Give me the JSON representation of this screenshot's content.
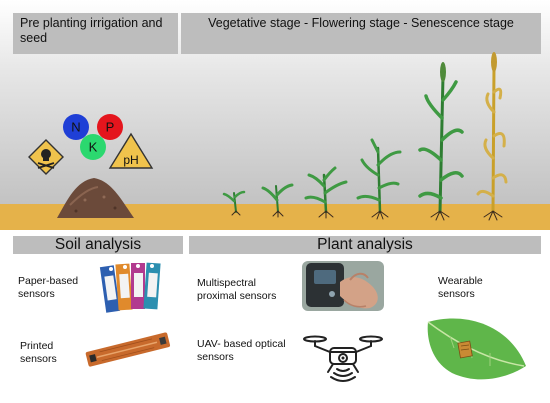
{
  "stages": {
    "pre_planting": "Pre planting irrigation and seed",
    "growth": "Vegetative stage - Flowering stage - Senescence  stage"
  },
  "nutrients": {
    "n": "N",
    "p": "P",
    "k": "K",
    "ph": "pH"
  },
  "colors": {
    "n": "#1f3fd6",
    "p": "#e4151d",
    "k": "#2bd86f",
    "warning": "#f0c34c",
    "ground": "#e5b24a",
    "header": "#bdbdbd"
  },
  "sections": {
    "soil": {
      "title": "Soil analysis",
      "items": [
        {
          "label": "Paper-based sensors",
          "icon": "paper-sensor-strips-icon"
        },
        {
          "label": "Printed sensors",
          "icon": "printed-sensor-strip-icon"
        }
      ]
    },
    "plant": {
      "title": "Plant analysis",
      "items": [
        {
          "label": "Multispectral proximal sensors",
          "icon": "handheld-scanner-icon"
        },
        {
          "label": "UAV- based optical sensors",
          "icon": "drone-icon"
        },
        {
          "label": "Wearable sensors",
          "icon": "leaf-sensor-icon"
        }
      ]
    }
  }
}
